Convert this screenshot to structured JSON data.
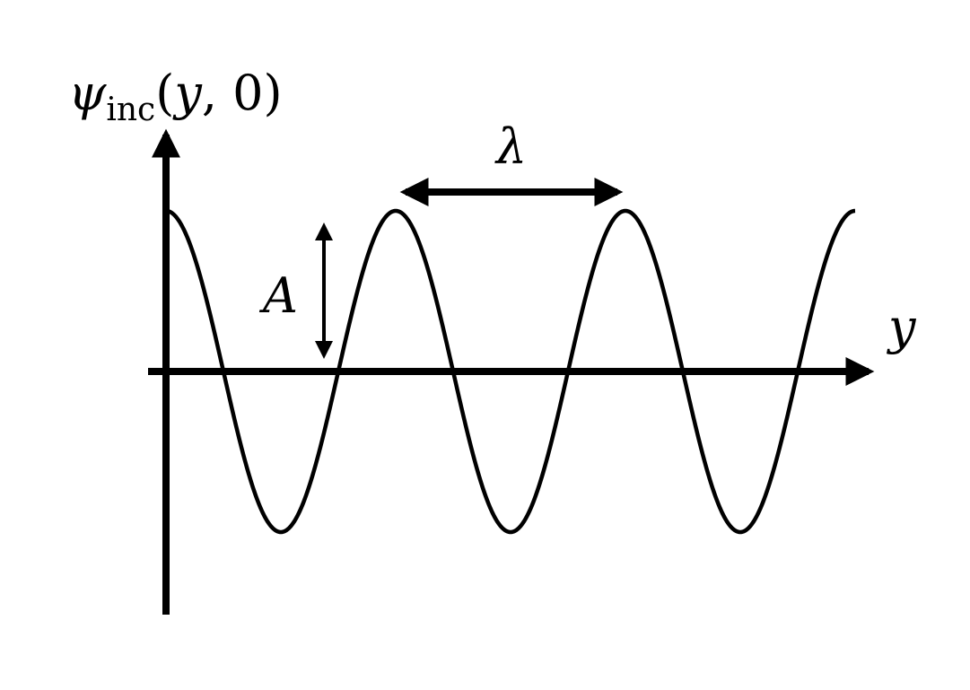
{
  "labels": {
    "y_axis_symbol": "ψ",
    "y_axis_subscript": "inc",
    "y_axis_args_open": "(",
    "y_axis_arg_var": "y",
    "y_axis_args_rest": ", 0)",
    "x_axis": "y",
    "wavelength": "λ",
    "amplitude": "A"
  },
  "wave": {
    "function": "cosine",
    "periods_shown": 3,
    "amplitude_label": "A",
    "wavelength_label": "λ"
  },
  "colors": {
    "ink": "#000000",
    "background": "#ffffff"
  }
}
